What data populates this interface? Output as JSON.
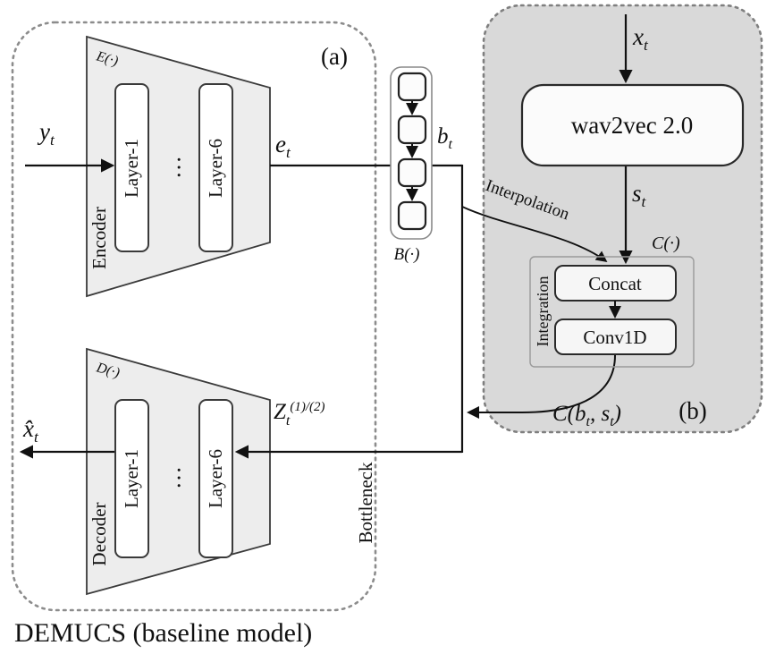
{
  "figure": {
    "caption": "DEMUCS (baseline model)",
    "panel_a_tag": "(a)",
    "panel_b_tag": "(b)"
  },
  "encoder": {
    "func_label": "E(·)",
    "name": "Encoder",
    "layer_first": "Layer-1",
    "layer_last": "Layer-6",
    "dots": "…"
  },
  "decoder": {
    "func_label": "D(·)",
    "name": "Decoder",
    "layer_first": "Layer-1",
    "layer_last": "Layer-6",
    "dots": "…"
  },
  "bottleneck": {
    "name": "Bottleneck",
    "func_label": "B(·)",
    "block_count": 4,
    "signal": {
      "base": "b",
      "sub": "t"
    }
  },
  "signals": {
    "input": {
      "base": "y",
      "sub": "t"
    },
    "encoded": {
      "base": "e",
      "sub": "t"
    },
    "output": {
      "base": "x̂",
      "sub": "t"
    },
    "latent": {
      "base": "Z",
      "sub": "t",
      "sup": "(1)/(2)"
    }
  },
  "wav2vec_branch": {
    "input": {
      "base": "x",
      "sub": "t"
    },
    "model": "wav2vec 2.0",
    "feature": {
      "base": "s",
      "sub": "t"
    },
    "c_func": "C(·)",
    "integration_name": "Integration",
    "concat": "Concat",
    "conv1d": "Conv1D",
    "interpolation": "Interpolation",
    "output": {
      "p1": "C(b",
      "s1": "t",
      "p2": ", s",
      "s2": "t",
      "p3": ")"
    }
  },
  "colors": {
    "panel_b_fill": "#d9d9d9",
    "trapezoid_fill": "#ededed",
    "box_fill": "#fbfbfb",
    "stroke": "#111111",
    "dotted_border": "#8c8c8c"
  }
}
